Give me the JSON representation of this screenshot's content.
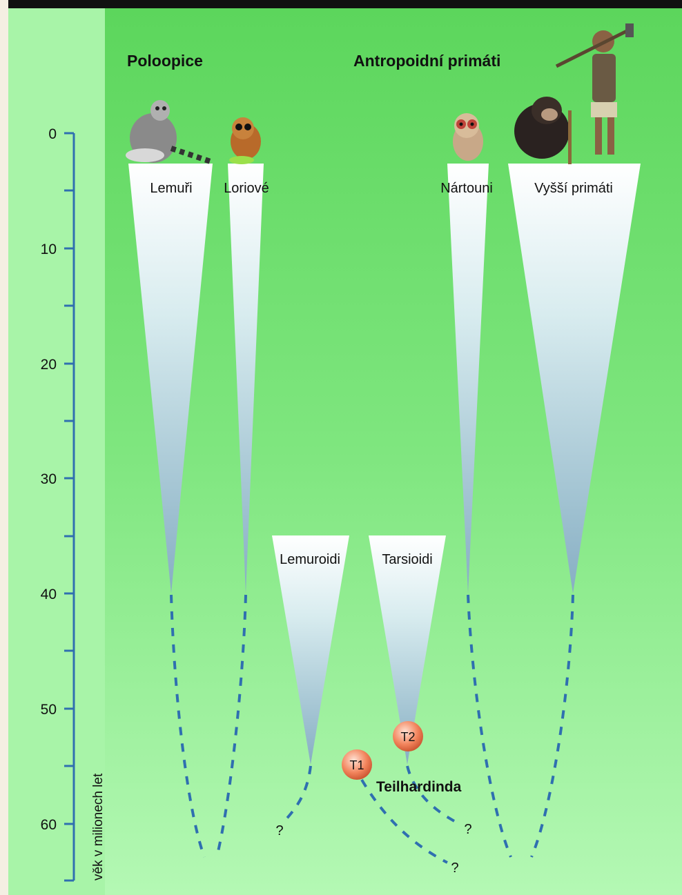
{
  "headings": {
    "prosimians": "Poloopice",
    "anthropoids": "Antropoidní primáti"
  },
  "groups": [
    {
      "id": "lemurs",
      "label": "Lemuři"
    },
    {
      "id": "lorises",
      "label": "Loriové"
    },
    {
      "id": "tarsiers",
      "label": "Nártouni"
    },
    {
      "id": "higher",
      "label": "Vyšší primáti"
    },
    {
      "id": "lemuroids",
      "label": "Lemuroidi"
    },
    {
      "id": "tarsioids",
      "label": "Tarsioidi"
    }
  ],
  "axis": {
    "label": "věk v milionech let",
    "ticks": [
      "0",
      "10",
      "20",
      "30",
      "40",
      "50",
      "60"
    ]
  },
  "markers": {
    "t1": "T1",
    "t2": "T2",
    "fossil": "Teilhardinda",
    "q1": "?",
    "q2": "?",
    "q3": "?"
  },
  "colors": {
    "left_band": "#a8f4a8",
    "panel_top": "#5fd85f",
    "panel_bottom": "#b2f7b2",
    "axis": "#2f6fb0",
    "wedge_top": "#ffffff",
    "wedge_bottom": "#8fb6c8",
    "marker": "#f07a52"
  }
}
